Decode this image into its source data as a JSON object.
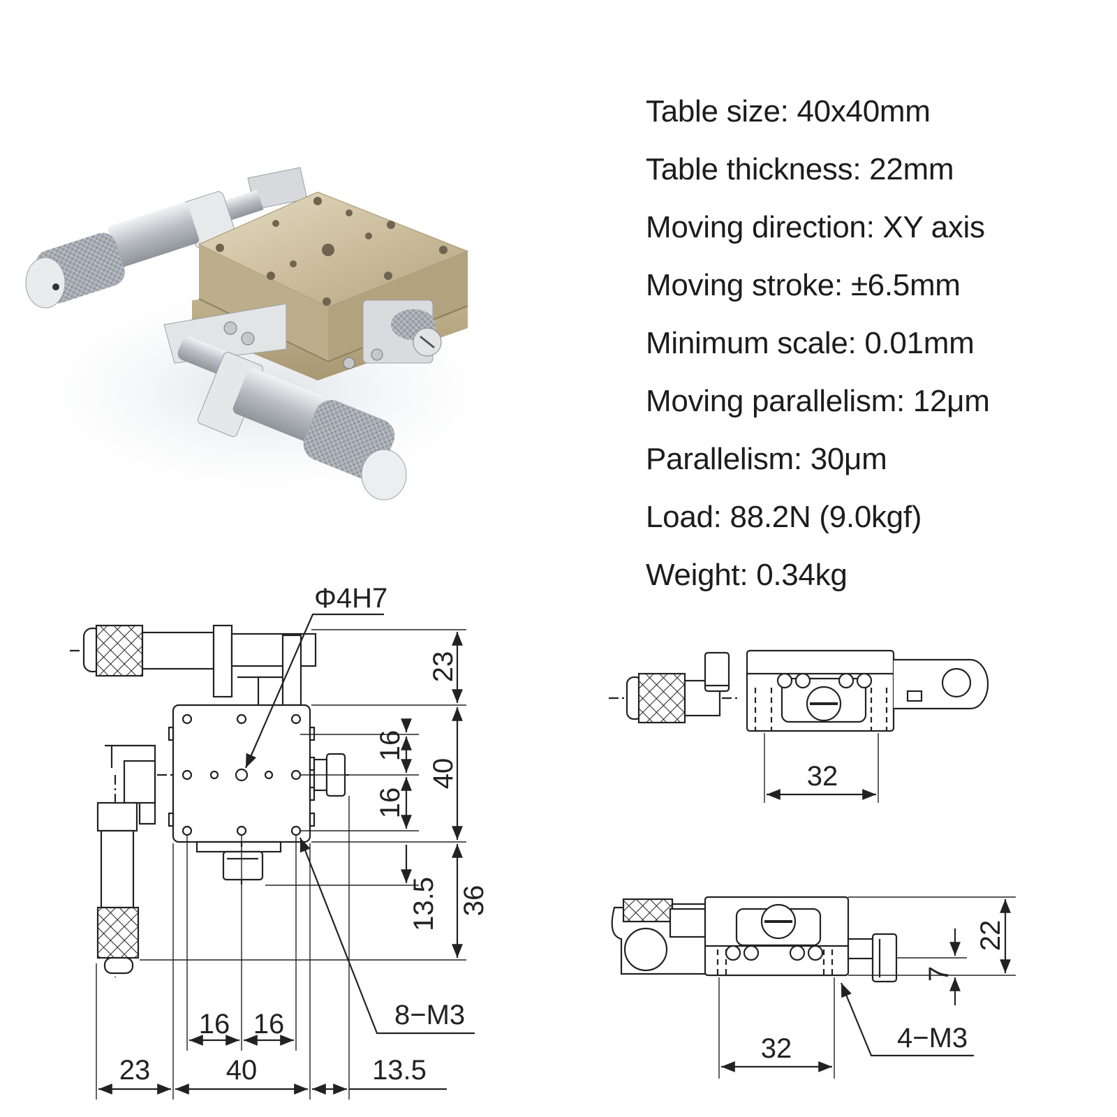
{
  "specs": [
    "Table size: 40x40mm",
    "Table thickness: 22mm",
    "Moving direction: XY axis",
    "Moving stroke: ±6.5mm",
    "Minimum scale: 0.01mm",
    "Moving parallelism: 12μm",
    "Parallelism: 30μm",
    "Load: 88.2N (9.0kgf)",
    "Weight: 0.34kg"
  ],
  "top_view": {
    "hole_callout": "Φ4H7",
    "thread_callout": "8−M3",
    "dims_right": [
      "23",
      "40",
      "36"
    ],
    "dims_inner_right": [
      "16",
      "16",
      "13.5"
    ],
    "dims_bottom": [
      "23",
      "40",
      "13.5"
    ],
    "dims_bottom_inner": [
      "16",
      "16"
    ]
  },
  "front_view": {
    "width_dim": "32"
  },
  "side_view": {
    "width_dim": "32",
    "height_dim": "22",
    "offset_dim": "7",
    "thread_callout": "4−M3"
  },
  "colors": {
    "stage_body": "#c9bd9e",
    "micrometer": "#b9bcc0",
    "line": "#222222"
  }
}
